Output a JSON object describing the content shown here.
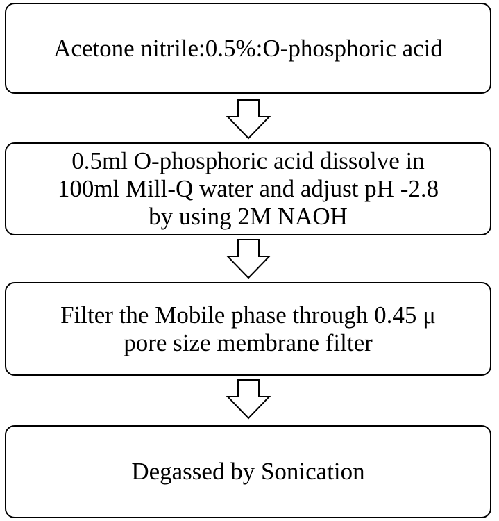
{
  "flowchart": {
    "steps": [
      {
        "lines": [
          "Acetone nitrile:0.5%:O-phosphoric acid"
        ]
      },
      {
        "lines": [
          "0.5ml O-phosphoric acid dissolve in",
          "100ml Mill-Q water and adjust pH -2.8",
          "by using 2M NAOH"
        ]
      },
      {
        "lines": [
          "Filter the Mobile phase through 0.45 μ",
          "pore size membrane filter"
        ]
      },
      {
        "lines": [
          "Degassed by Sonication"
        ]
      }
    ],
    "colors": {
      "stroke": "#000000",
      "fill": "#ffffff"
    },
    "arrow_icon": "hollow-down-arrow-icon"
  }
}
